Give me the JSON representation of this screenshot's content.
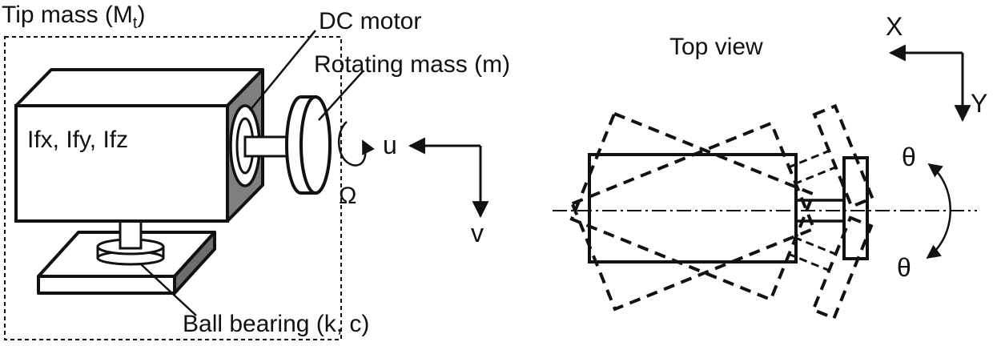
{
  "labels": {
    "tip_mass": "Tip mass (M",
    "tip_mass_sub": "t",
    "tip_mass_close": ")",
    "dc_motor": "DC motor",
    "rotating_mass": "Rotating mass (m)",
    "inertia": "Ifx, Ify, Ifz",
    "omega": "Ω",
    "u": "u",
    "v": "v",
    "ball_bearing": "Ball bearing (k, c)",
    "top_view": "Top view",
    "x_axis": "X",
    "y_axis": "Y",
    "theta_top": "θ",
    "theta_bottom": "θ"
  },
  "colors": {
    "stroke": "#111111",
    "motor_face": "#7f7f7f",
    "background": "#ffffff"
  }
}
